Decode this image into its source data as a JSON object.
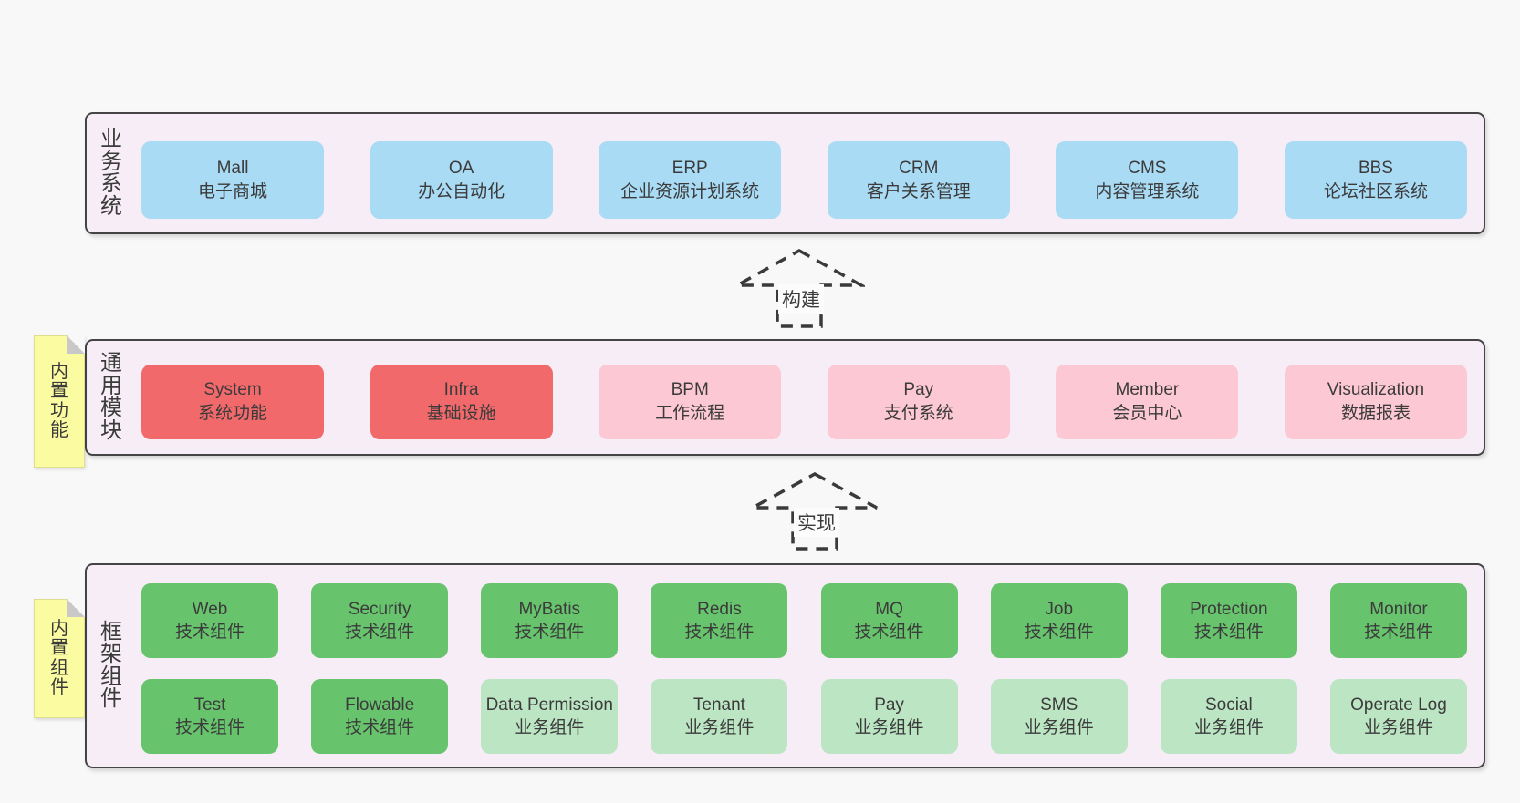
{
  "band_business": {
    "label": "业务系统",
    "boxes": [
      {
        "name": "Mall",
        "subtitle": "电子商城",
        "variant": "blue"
      },
      {
        "name": "OA",
        "subtitle": "办公自动化",
        "variant": "blue"
      },
      {
        "name": "ERP",
        "subtitle": "企业资源计划系统",
        "variant": "blue"
      },
      {
        "name": "CRM",
        "subtitle": "客户关系管理",
        "variant": "blue"
      },
      {
        "name": "CMS",
        "subtitle": "内容管理系统",
        "variant": "blue"
      },
      {
        "name": "BBS",
        "subtitle": "论坛社区系统",
        "variant": "blue"
      }
    ]
  },
  "arrow_build": {
    "label": "构建"
  },
  "band_modules": {
    "label": "通用模块",
    "sticky": "内置功能",
    "boxes": [
      {
        "name": "System",
        "subtitle": "系统功能",
        "variant": "red"
      },
      {
        "name": "Infra",
        "subtitle": "基础设施",
        "variant": "red"
      },
      {
        "name": "BPM",
        "subtitle": "工作流程",
        "variant": "pink"
      },
      {
        "name": "Pay",
        "subtitle": "支付系统",
        "variant": "pink"
      },
      {
        "name": "Member",
        "subtitle": "会员中心",
        "variant": "pink"
      },
      {
        "name": "Visualization",
        "subtitle": "数据报表",
        "variant": "pink"
      }
    ]
  },
  "arrow_implement": {
    "label": "实现"
  },
  "band_components": {
    "label": "框架组件",
    "sticky": "内置组件",
    "row1": [
      {
        "name": "Web",
        "subtitle": "技术组件",
        "variant": "green"
      },
      {
        "name": "Security",
        "subtitle": "技术组件",
        "variant": "green"
      },
      {
        "name": "MyBatis",
        "subtitle": "技术组件",
        "variant": "green"
      },
      {
        "name": "Redis",
        "subtitle": "技术组件",
        "variant": "green"
      },
      {
        "name": "MQ",
        "subtitle": "技术组件",
        "variant": "green"
      },
      {
        "name": "Job",
        "subtitle": "技术组件",
        "variant": "green"
      },
      {
        "name": "Protection",
        "subtitle": "技术组件",
        "variant": "green"
      },
      {
        "name": "Monitor",
        "subtitle": "技术组件",
        "variant": "green"
      }
    ],
    "row2": [
      {
        "name": "Test",
        "subtitle": "技术组件",
        "variant": "green"
      },
      {
        "name": "Flowable",
        "subtitle": "技术组件",
        "variant": "green"
      },
      {
        "name": "Data Permission",
        "subtitle": "业务组件",
        "variant": "green-light"
      },
      {
        "name": "Tenant",
        "subtitle": "业务组件",
        "variant": "green-light"
      },
      {
        "name": "Pay",
        "subtitle": "业务组件",
        "variant": "green-light"
      },
      {
        "name": "SMS",
        "subtitle": "业务组件",
        "variant": "green-light"
      },
      {
        "name": "Social",
        "subtitle": "业务组件",
        "variant": "green-light"
      },
      {
        "name": "Operate Log",
        "subtitle": "业务组件",
        "variant": "green-light"
      }
    ]
  },
  "colors": {
    "page_bg": "#f8f8f8",
    "band_bg": "#f7edf6",
    "band_border": "#454545",
    "business_box": "#a9dbf5",
    "core_module_box": "#f2696b",
    "module_box": "#fcc8d3",
    "tech_component_box": "#67c46d",
    "biz_component_box": "#bce5c3",
    "sticky_note": "#fbfba1",
    "text": "#3b3b3b"
  }
}
